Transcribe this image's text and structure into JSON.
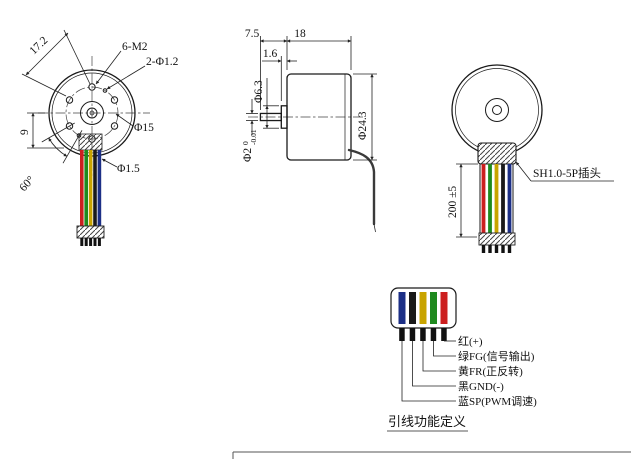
{
  "drawing": {
    "front_view": {
      "dim_diagonal": "17.2",
      "label_screw_holes": "6-M2",
      "label_pin_holes": "2-Φ1.2",
      "label_bolt_circle": "Φ15",
      "dim_offset": "9",
      "dim_angle": "60°",
      "label_wire_dia": "Φ1.5"
    },
    "side_view": {
      "dim_front_length": "7.5",
      "dim_body_length": "18",
      "dim_boss_length": "1.6",
      "label_boss_dia": "Φ6.3",
      "label_body_dia": "Φ24.3",
      "label_shaft_dia": "Φ2",
      "shaft_tol_upper": "0",
      "shaft_tol_lower": "-0.01"
    },
    "rear_view": {
      "connector_label": "SH1.0-5P插头",
      "dim_wire_length": "200 ±5"
    },
    "pinout": {
      "caption": "引线功能定义",
      "wires": [
        {
          "name": "red",
          "label": "红(+)",
          "color": "#cc1f1f"
        },
        {
          "name": "green",
          "label": "绿FG(信号输出)",
          "color": "#1f8a1f"
        },
        {
          "name": "yellow",
          "label": "黄FR(正反转)",
          "color": "#c9a400"
        },
        {
          "name": "black",
          "label": "黑GND(-)",
          "color": "#1a1a1a"
        },
        {
          "name": "blue",
          "label": "蓝SP(PWM调速)",
          "color": "#1c2f86"
        }
      ]
    }
  }
}
